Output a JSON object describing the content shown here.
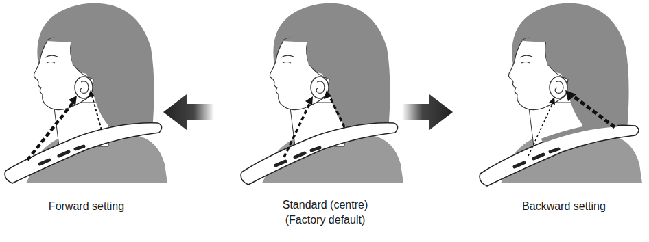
{
  "diagram": {
    "labels": [
      "Forward setting",
      "Standard (centre) (Factory default)",
      "Backward setting"
    ]
  }
}
